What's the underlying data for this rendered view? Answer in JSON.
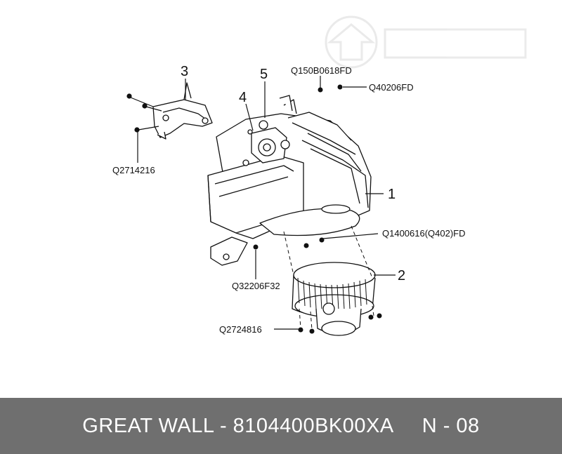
{
  "diagram": {
    "callout_numbers": [
      "1",
      "2",
      "3",
      "4",
      "5"
    ],
    "part_codes": {
      "q150b0618fd": "Q150B0618FD",
      "q40206fd": "Q40206FD",
      "q2714216": "Q2714216",
      "q1400616": "Q1400616(Q402)FD",
      "q32206f32": "Q32206F32",
      "q2724816": "Q2724816"
    }
  },
  "footer": {
    "brand_part": "GREAT WALL - 8104400BK00XA",
    "page_ref": "N - 08"
  },
  "colors": {
    "footer_bg": "#6f6f6f",
    "footer_text": "#ffffff",
    "line_art": "#111111"
  }
}
